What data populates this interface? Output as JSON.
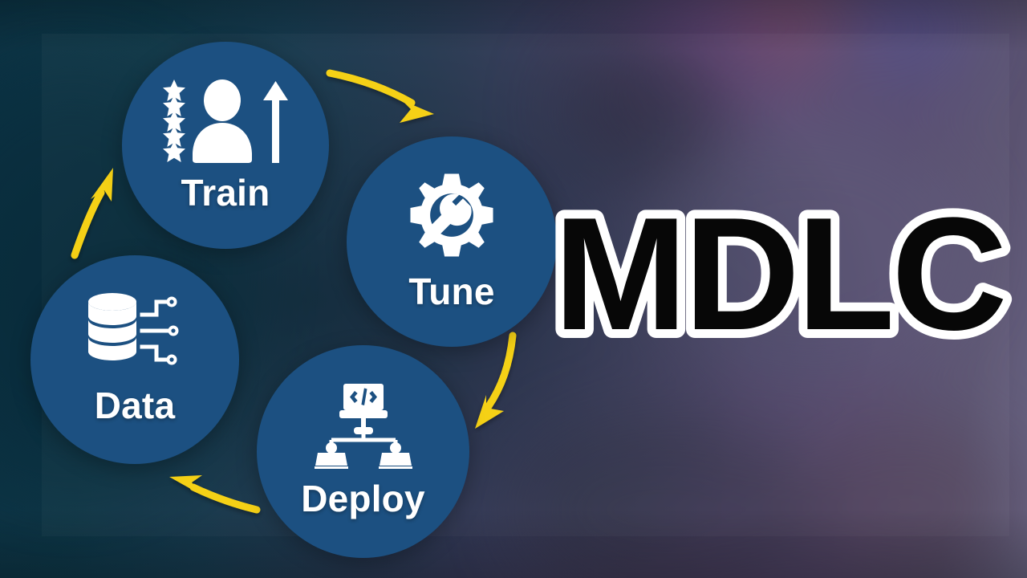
{
  "graphic": {
    "title": "MDLC lifecycle diagram",
    "wordmark": "MDLC",
    "background_style": "blurred dark office photo with teal-to-purple gradient overlay"
  },
  "colors": {
    "node_blue": "#1c5081",
    "arrow_yellow": "#f5d117",
    "label_white": "#ffffff",
    "wordmark_fill": "#070707",
    "wordmark_stroke": "#ffffff",
    "bg_left_teal": "#0e3546",
    "bg_right_purple": "#4e4e6e"
  },
  "cycle": {
    "nodes": [
      {
        "id": "train",
        "label": "Train",
        "icon": "person-stars-up-arrow-icon"
      },
      {
        "id": "tune",
        "label": "Tune",
        "icon": "gear-wrench-icon"
      },
      {
        "id": "deploy",
        "label": "Deploy",
        "icon": "code-window-servers-icon"
      },
      {
        "id": "data",
        "label": "Data",
        "icon": "database-circuit-icon"
      }
    ],
    "arrows": [
      {
        "id": "train-to-tune",
        "from": "train",
        "to": "tune",
        "icon": "curved-arrow-right-icon"
      },
      {
        "id": "tune-to-deploy",
        "from": "tune",
        "to": "deploy",
        "icon": "curved-arrow-down-left-icon"
      },
      {
        "id": "deploy-to-data",
        "from": "deploy",
        "to": "data",
        "icon": "curved-arrow-left-icon"
      },
      {
        "id": "data-to-train",
        "from": "data",
        "to": "train",
        "icon": "curved-arrow-up-icon"
      }
    ]
  }
}
